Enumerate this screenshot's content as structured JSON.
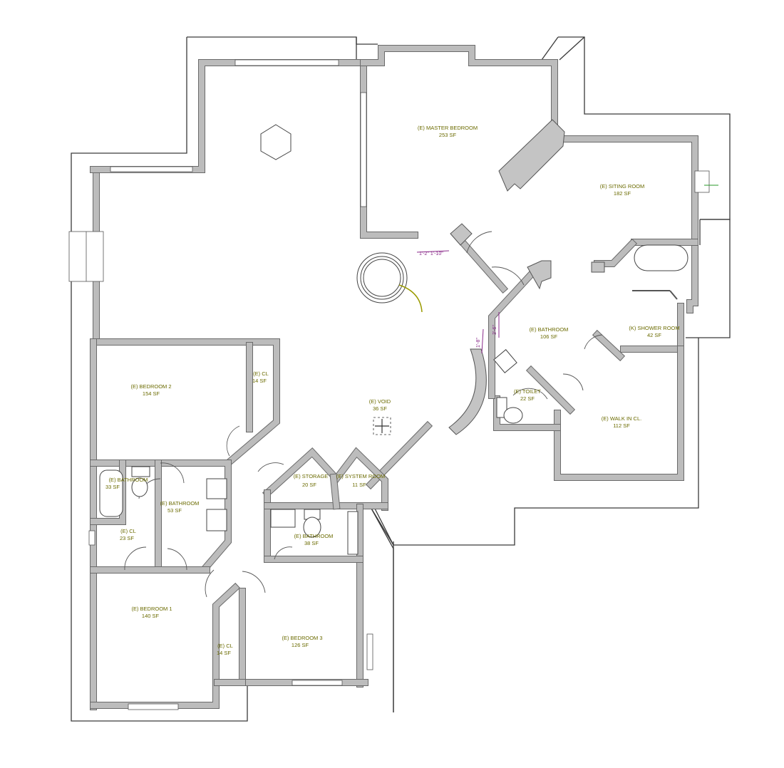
{
  "rooms": {
    "master_bedroom": {
      "name": "(E) MASTER BEDROOM",
      "area": "253 SF"
    },
    "sitting_room": {
      "name": "(E) SITING ROOM",
      "area": "182 SF"
    },
    "bath_main": {
      "name": "(E) BATHROOM",
      "area": "106 SF"
    },
    "shower_room": {
      "name": "(K) SHOWER ROOM",
      "area": "42 SF"
    },
    "toilet": {
      "name": "(E) TOILET",
      "area": "22 SF"
    },
    "walk_in": {
      "name": "(E) WALK IN CL.",
      "area": "112 SF"
    },
    "void": {
      "name": "(E) VOID",
      "area": "36 SF"
    },
    "bedroom2": {
      "name": "(E) BEDROOM 2",
      "area": "154 SF"
    },
    "cl_b2": {
      "name": "(E) CL",
      "area": "14 SF"
    },
    "bath_left": {
      "name": "(E) BATHROOM",
      "area": "33 SF"
    },
    "bath_hall": {
      "name": "(E) BATHROOM",
      "area": "53 SF"
    },
    "cl_hall": {
      "name": "(E) CL",
      "area": "23 SF"
    },
    "storage": {
      "name": "(E) STORAGE",
      "area": "20 SF"
    },
    "system_room": {
      "name": "(E) SYSTEM ROOM",
      "area": "11 SF"
    },
    "bath_center": {
      "name": "(E) BATHROOM",
      "area": "38 SF"
    },
    "bedroom1": {
      "name": "(E) BEDROOM 1",
      "area": "140 SF"
    },
    "cl_b1": {
      "name": "(E) CL",
      "area": "14 SF"
    },
    "bedroom3": {
      "name": "(E) BEDROOM 3",
      "area": "126 SF"
    }
  },
  "dimensions": {
    "dim_a": "1'-2\" 1'-10\"",
    "dim_b": "1'-8\"",
    "dim_c": "3'-6\""
  }
}
